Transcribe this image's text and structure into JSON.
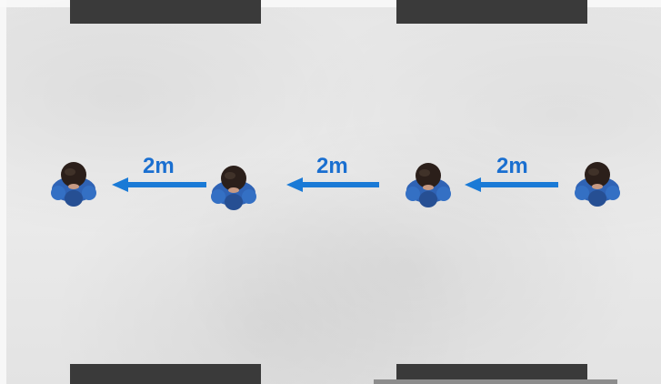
{
  "scene": {
    "distance_labels": [
      "2m",
      "2m",
      "2m"
    ]
  },
  "colors": {
    "arrow": "#1a7ad6",
    "label": "#1a6fd0",
    "jacket": "#2f63b5",
    "hair": "#2b1f1a",
    "bars": "#3a3a3a"
  },
  "icons": {
    "person": "person-top-view-icon",
    "arrow": "arrow-left-icon"
  }
}
